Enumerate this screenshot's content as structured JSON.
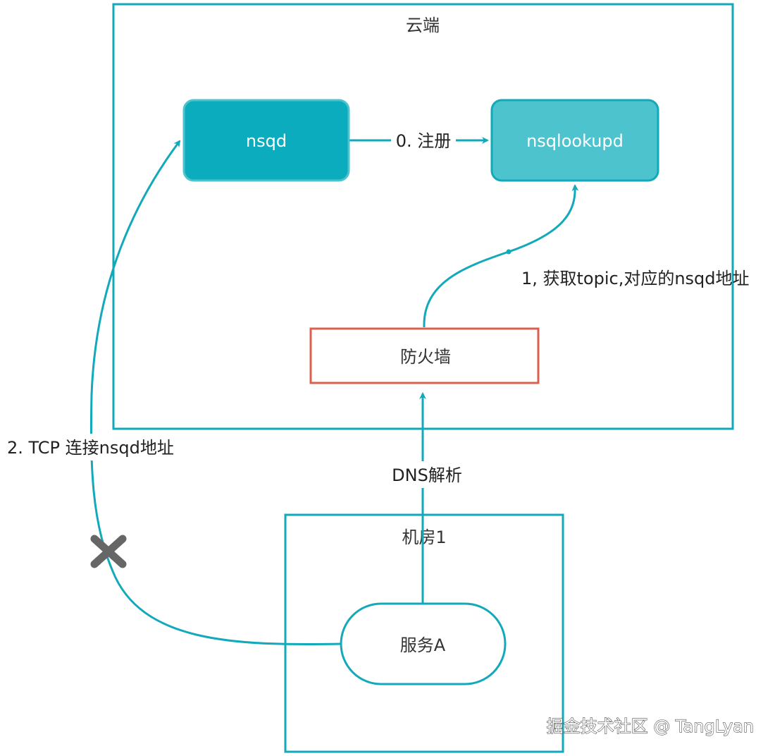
{
  "colors": {
    "teal": "#12a9ba",
    "nsqd_fill": "#0aacbd",
    "nsqlookupd_fill": "#4dc3cd",
    "firewall_border": "#d9604f",
    "cross": "#666666"
  },
  "cloud": {
    "label": "云端"
  },
  "nodes": {
    "nsqd": "nsqd",
    "nsqlookupd": "nsqlookupd",
    "firewall": "防火墙",
    "service_a": "服务A"
  },
  "datacenter": {
    "label": "机房1"
  },
  "edges": {
    "register": "0. 注册",
    "lookup": "1, 获取topic,对应的nsqd地址",
    "dns": "DNS解析",
    "tcp": "2. TCP 连接nsqd地址"
  },
  "icons": {
    "blocked": "cross-icon"
  },
  "watermark": "掘金技术社区 @ TangLyan"
}
